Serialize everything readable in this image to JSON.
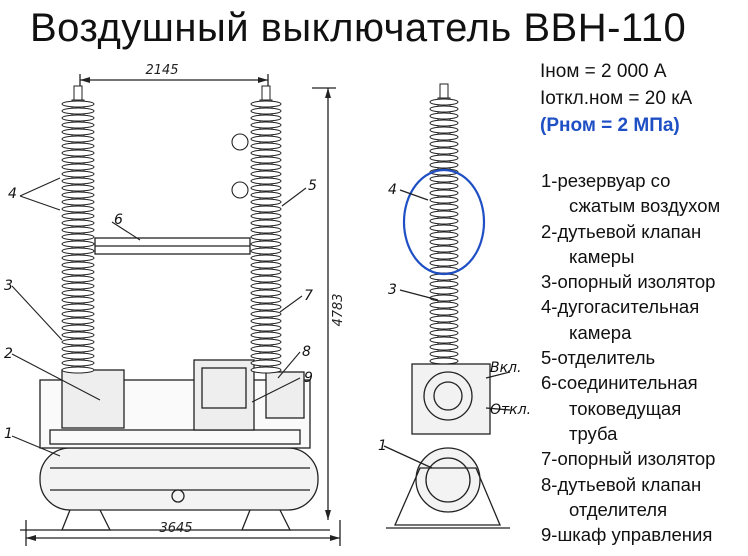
{
  "title": "Воздушный выключатель ВВН-110",
  "params": {
    "i_nom": "Iном = 2 000 А",
    "i_off": "Iоткл.ном = 20 кА",
    "p_nom": "(Рном = 2 МПа)"
  },
  "legend": [
    [
      "1-резервуар со",
      "сжатым воздухом"
    ],
    [
      "2-дутьевой клапан",
      "камеры"
    ],
    [
      "3-опорный изолятор"
    ],
    [
      "4-дугогасительная",
      "камера"
    ],
    [
      "5-отделитель"
    ],
    [
      "6-соединительная",
      "токоведущая",
      "труба"
    ],
    [
      "7-опорный изолятор"
    ],
    [
      "8-дутьевой клапан",
      "отделителя"
    ],
    [
      "9-шкаф управления"
    ]
  ],
  "drawing": {
    "dim_top": "2145",
    "dim_bottom": "3645",
    "dim_height": "4783",
    "labels_front": [
      "4",
      "6",
      "5",
      "3",
      "7",
      "2",
      "8",
      "9",
      "1"
    ],
    "labels_side": [
      "4",
      "3",
      "1"
    ],
    "side_on": "Вкл.",
    "side_off": "Откл."
  },
  "colors": {
    "highlight": "#1f4fc4",
    "outline": "#1f4fc4"
  }
}
